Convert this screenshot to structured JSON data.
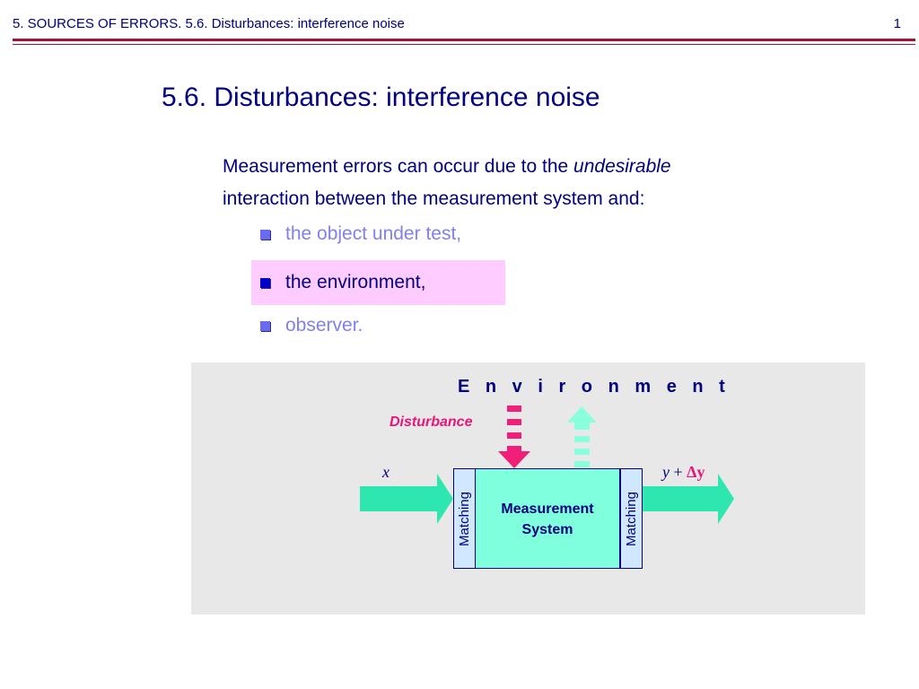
{
  "header": {
    "title": "5. SOURCES OF ERRORS. 5.6. Disturbances: interference noise",
    "page_number": "1"
  },
  "slide": {
    "title": "5.6.  Disturbances: interference noise",
    "intro_before": "Measurement errors can occur due to the ",
    "intro_emphasis": "undesirable",
    "intro_after": " interaction between the measurement system and:",
    "bullets": [
      {
        "text": "the object under test,",
        "text_color": "#8080ee",
        "bullet_color": "#6a6af0",
        "highlighted": false
      },
      {
        "text": "the environment,",
        "text_color": "#000080",
        "bullet_color": "#0000cc",
        "highlighted": true
      },
      {
        "text": "observer.",
        "text_color": "#8080ee",
        "bullet_color": "#6a6af0",
        "highlighted": false
      }
    ]
  },
  "diagram": {
    "environment_label": "E n v i r o n m e n t",
    "disturbance_label": "Disturbance",
    "input_label": "x",
    "output_label_y": "y",
    "output_label_plus": " + ",
    "output_label_delta": "Δy",
    "system_label_line1": "Measurement",
    "system_label_line2": "System",
    "matching_left": "Matching",
    "matching_right": "Matching"
  },
  "colors": {
    "title": "#000080",
    "header_rule": "#a0143c",
    "panel_bg": "#e8e8e8",
    "system_fill": "#80ffdd",
    "matching_fill": "#cfe8ff",
    "arrow_green": "#2de6b0",
    "arrow_pink": "#f0207a",
    "arrow_light_green": "#8affdc",
    "highlight": "#ffccff"
  }
}
